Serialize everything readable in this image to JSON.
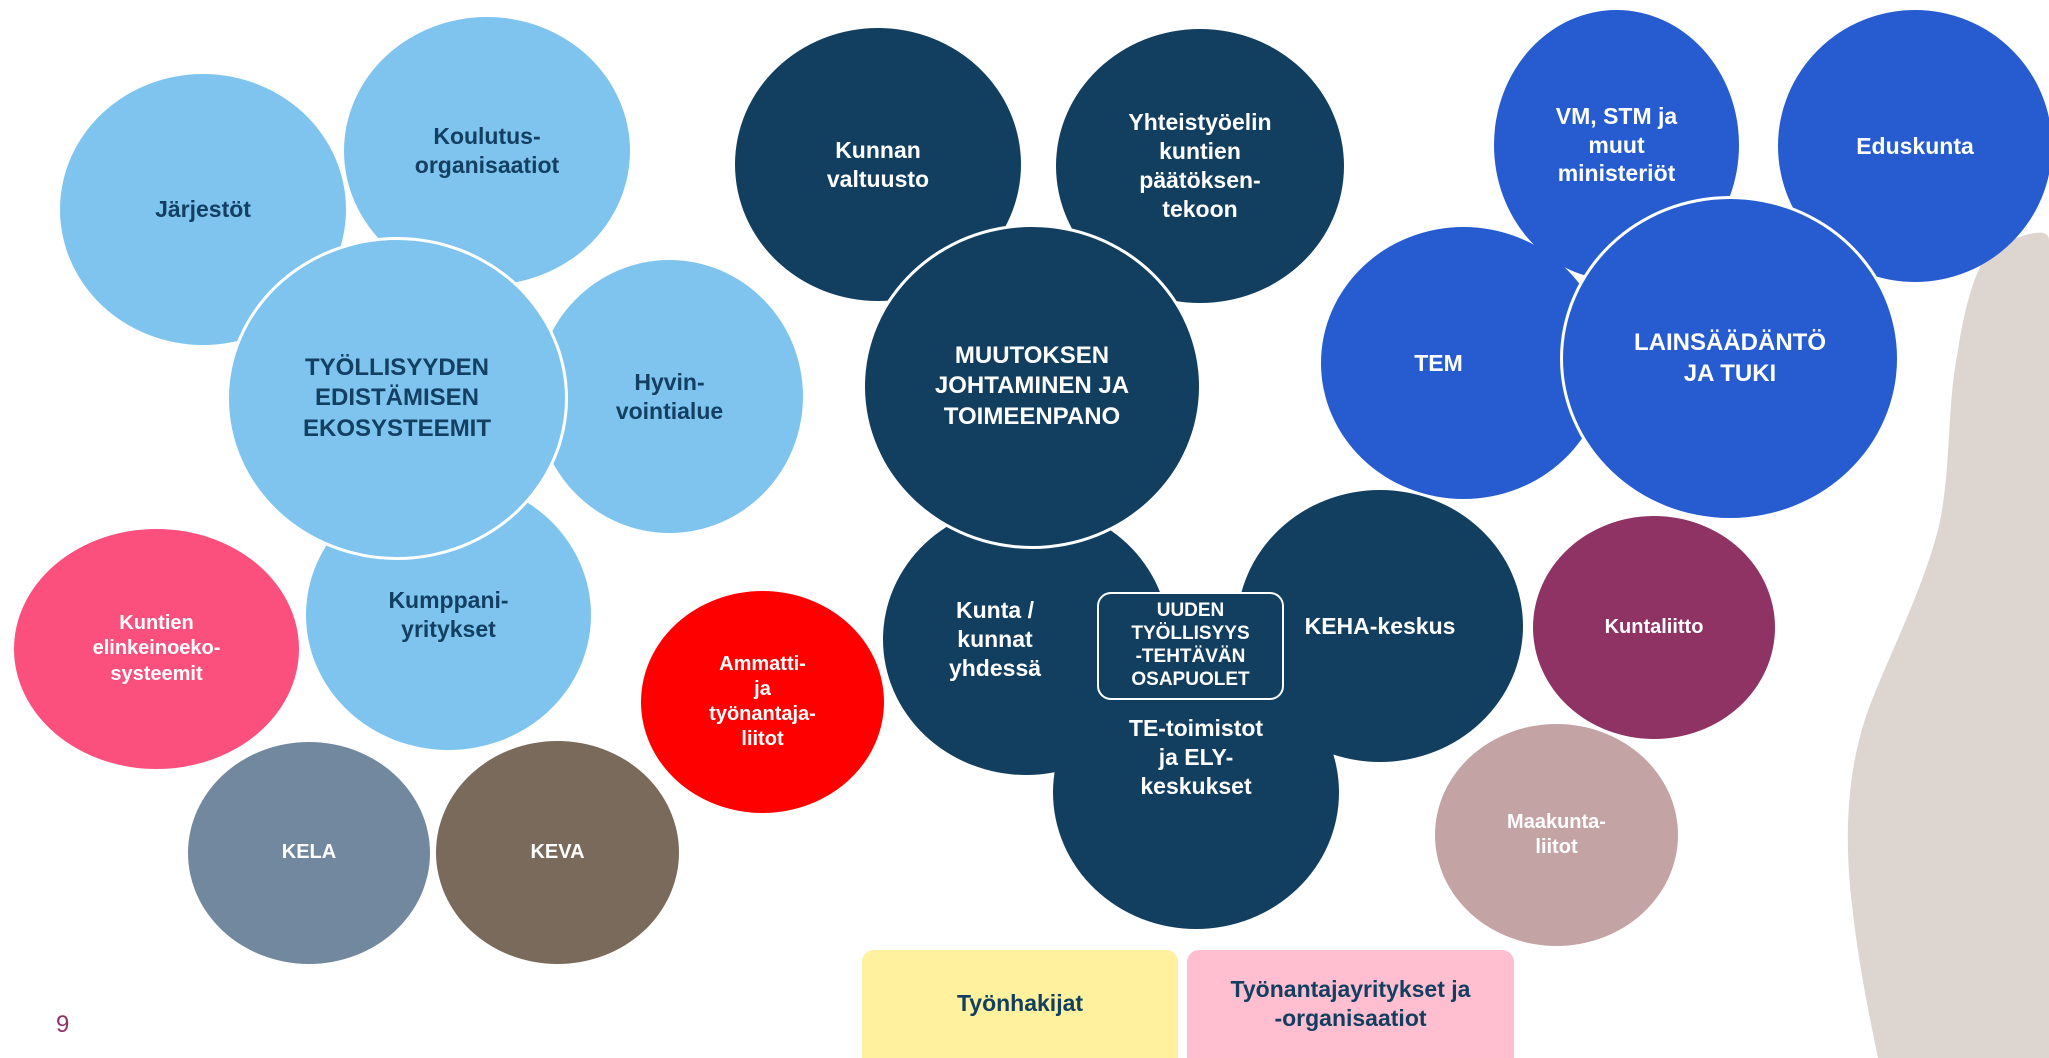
{
  "colors": {
    "light_blue": "#7fc4ee",
    "navy": "#123f60",
    "royal_blue": "#265ccf",
    "pink": "#fb4f7e",
    "red": "#ff0000",
    "grey_blue": "#71889e",
    "brown": "#7a6a5c",
    "plum": "#8e3363",
    "rose": "#c4a3a5",
    "yellow_box": "#fff19d",
    "pink_box": "#ffbfd0"
  },
  "left_cluster": {
    "jarjestot": "Järjestöt",
    "koulutus": "Koulutus-\norganisaatiot",
    "hub": "TYÖLLISYYDEN\nEDISTÄMISEN\nEKOSYSTEEMIT",
    "hyvinvointialue": "Hyvin-\nvointialue",
    "kumppaniyritykset": "Kumppani-\nyritykset",
    "kuntien_elinkeino": "Kuntien\nelinkeinoeko-\nsysteemit",
    "kela": "KELA",
    "keva": "KEVA",
    "ammatti": "Ammatti-\nja\ntyönantaja-\nliitot"
  },
  "center_cluster": {
    "valtuusto": "Kunnan\nvaltuusto",
    "yhteistyoelin": "Yhteistyöelin\nkuntien\npäätöksen-\ntekoon",
    "hub": "MUUTOKSEN\nJOHTAMINEN JA\nTOIMEENPANO",
    "kunta": "Kunta /\nkunnat\nyhdessä",
    "keha": "KEHA-keskus",
    "te_toimistot": "TE-toimistot\nja ELY-\nkeskukset",
    "center_label": "UUDEN\nTYÖLLISYYS\n-TEHTÄVÄN\nOSAPUOLET"
  },
  "right_cluster": {
    "ministeriot": "VM, STM ja\nmuut\nministeriöt",
    "eduskunta": "Eduskunta",
    "tem": "TEM",
    "hub": "LAINSÄÄDÄNTÖ\nJA TUKI",
    "kuntaliitto": "Kuntaliitto",
    "maakuntaliitot": "Maakunta-\nliitot"
  },
  "bottom_boxes": {
    "tyonhakijat": "Työnhakijat",
    "tyonantajat": "Työnantajayritykset ja\n-organisaatiot"
  },
  "page_number": "9"
}
